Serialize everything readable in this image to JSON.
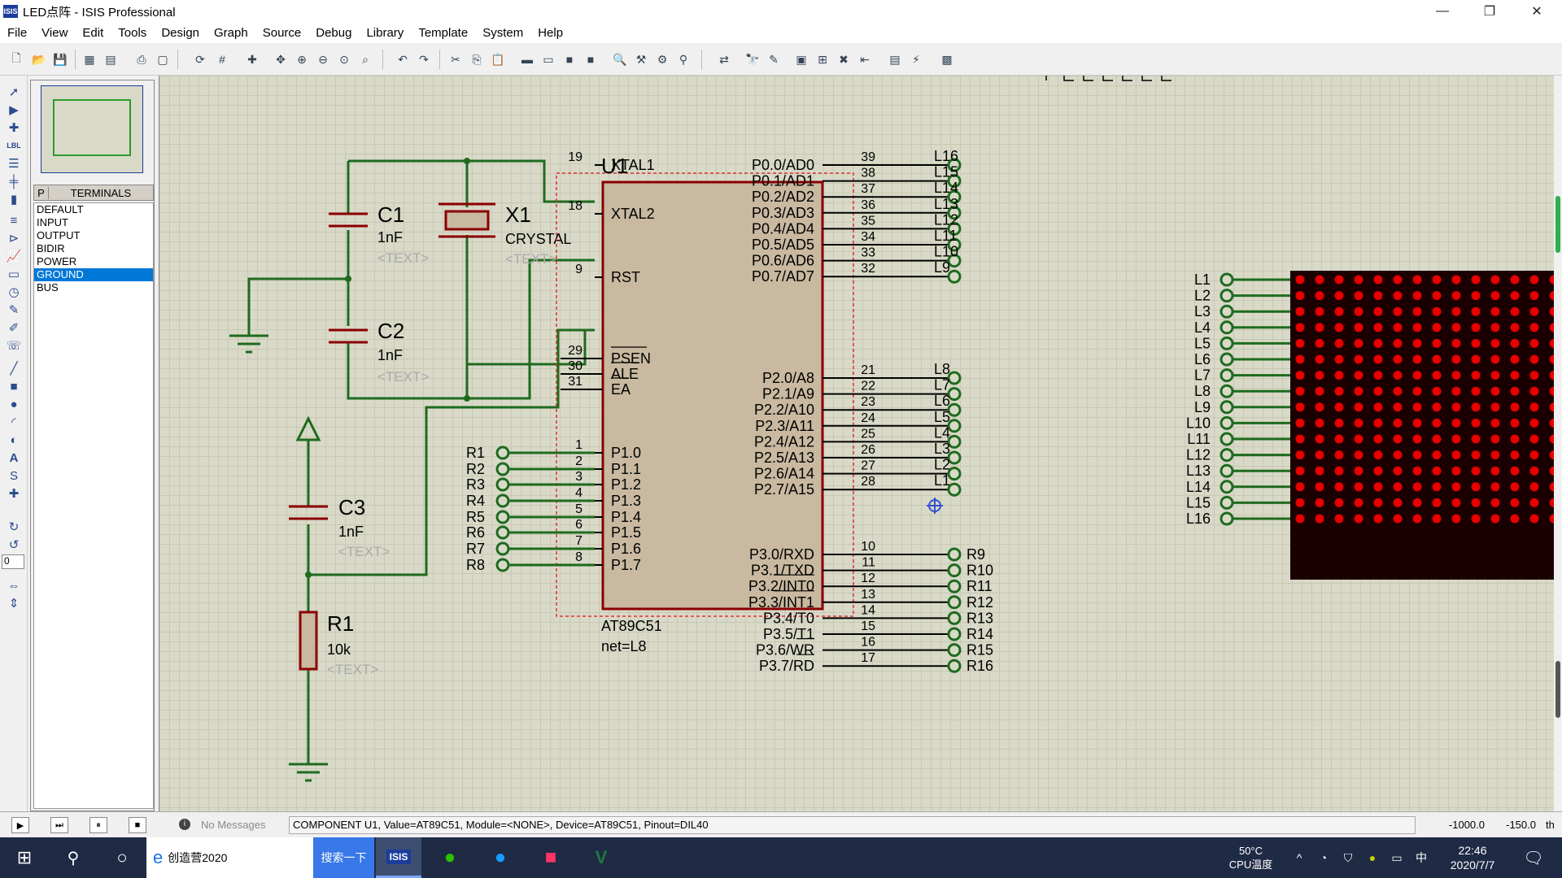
{
  "window": {
    "title": "LED点阵 - ISIS Professional",
    "icon_text": "ISIS",
    "minimize": "—",
    "restore": "❐",
    "close": "✕"
  },
  "menu": [
    "File",
    "View",
    "Edit",
    "Tools",
    "Design",
    "Graph",
    "Source",
    "Debug",
    "Library",
    "Template",
    "System",
    "Help"
  ],
  "terminals": {
    "tab": "P",
    "title": "TERMINALS",
    "items": [
      "DEFAULT",
      "INPUT",
      "OUTPUT",
      "BIDIR",
      "POWER",
      "GROUND",
      "BUS"
    ],
    "selected": "GROUND"
  },
  "left_tools": {
    "rotate_value": "0",
    "lbl_label": "LBL"
  },
  "schematic": {
    "c1": {
      "ref": "C1",
      "value": "1nF",
      "text": "<TEXT>"
    },
    "c2": {
      "ref": "C2",
      "value": "1nF",
      "text": "<TEXT>"
    },
    "c3": {
      "ref": "C3",
      "value": "1nF",
      "text": "<TEXT>"
    },
    "x1": {
      "ref": "X1",
      "value": "CRYSTAL",
      "text": "<TEXT>"
    },
    "r1": {
      "ref": "R1",
      "value": "10k",
      "text": "<TEXT>"
    },
    "u1": {
      "ref": "U1",
      "part": "AT89C51",
      "net": "net=L8"
    },
    "left_pins": [
      {
        "num": "19",
        "name": "XTAL1"
      },
      {
        "num": "18",
        "name": "XTAL2"
      },
      {
        "num": "9",
        "name": "RST"
      },
      {
        "num": "29",
        "name": "PSEN"
      },
      {
        "num": "30",
        "name": "ALE"
      },
      {
        "num": "31",
        "name": "EA"
      },
      {
        "num": "1",
        "name": "P1.0"
      },
      {
        "num": "2",
        "name": "P1.1"
      },
      {
        "num": "3",
        "name": "P1.2"
      },
      {
        "num": "4",
        "name": "P1.3"
      },
      {
        "num": "5",
        "name": "P1.4"
      },
      {
        "num": "6",
        "name": "P1.5"
      },
      {
        "num": "7",
        "name": "P1.6"
      },
      {
        "num": "8",
        "name": "P1.7"
      }
    ],
    "right_pins": [
      {
        "num": "39",
        "name": "P0.0/AD0",
        "net": "L16"
      },
      {
        "num": "38",
        "name": "P0.1/AD1",
        "net": "L15"
      },
      {
        "num": "37",
        "name": "P0.2/AD2",
        "net": "L14"
      },
      {
        "num": "36",
        "name": "P0.3/AD3",
        "net": "L13"
      },
      {
        "num": "35",
        "name": "P0.4/AD4",
        "net": "L12"
      },
      {
        "num": "34",
        "name": "P0.5/AD5",
        "net": "L11"
      },
      {
        "num": "33",
        "name": "P0.6/AD6",
        "net": "L10"
      },
      {
        "num": "32",
        "name": "P0.7/AD7",
        "net": "L9"
      },
      {
        "num": "21",
        "name": "P2.0/A8",
        "net": "L8"
      },
      {
        "num": "22",
        "name": "P2.1/A9",
        "net": "L7"
      },
      {
        "num": "23",
        "name": "P2.2/A10",
        "net": "L6"
      },
      {
        "num": "24",
        "name": "P2.3/A11",
        "net": "L5"
      },
      {
        "num": "25",
        "name": "P2.4/A12",
        "net": "L4"
      },
      {
        "num": "26",
        "name": "P2.5/A13",
        "net": "L3"
      },
      {
        "num": "27",
        "name": "P2.6/A14",
        "net": "L2"
      },
      {
        "num": "28",
        "name": "P2.7/A15",
        "net": "L1"
      },
      {
        "num": "10",
        "name": "P3.0/RXD",
        "net": "R9"
      },
      {
        "num": "11",
        "name": "P3.1/TXD",
        "net": "R10"
      },
      {
        "num": "12",
        "name": "P3.2/INT0",
        "net": "R11"
      },
      {
        "num": "13",
        "name": "P3.3/INT1",
        "net": "R12"
      },
      {
        "num": "14",
        "name": "P3.4/T0",
        "net": "R13"
      },
      {
        "num": "15",
        "name": "P3.5/T1",
        "net": "R14"
      },
      {
        "num": "16",
        "name": "P3.6/WR",
        "net": "R15"
      },
      {
        "num": "17",
        "name": "P3.7/RD",
        "net": "R16"
      }
    ],
    "p1_nets": [
      "R1",
      "R2",
      "R3",
      "R4",
      "R5",
      "R6",
      "R7",
      "R8"
    ],
    "matrix_nets": [
      "L1",
      "L2",
      "L3",
      "L4",
      "L5",
      "L6",
      "L7",
      "L8",
      "L9",
      "L10",
      "L11",
      "L12",
      "L13",
      "L14",
      "L15",
      "L16"
    ]
  },
  "status": {
    "messages": "No Messages",
    "info": "COMPONENT U1, Value=AT89C51, Module=<NONE>, Device=AT89C51, Pinout=DIL40",
    "coord_x": "-1000.0",
    "coord_y": "-150.0",
    "unit": "th"
  },
  "taskbar": {
    "search_text": "创造营2020",
    "search_button": "搜索一下",
    "temp": "50°C",
    "temp_label": "CPU温度",
    "ime": "中",
    "time": "22:46",
    "date": "2020/7/7"
  },
  "colors": {
    "wire": "#1e6b1e",
    "body": "#c8b9a0",
    "outline": "#8b0000",
    "led_on": "#e60000",
    "matrix_bg": "#1a0000"
  }
}
